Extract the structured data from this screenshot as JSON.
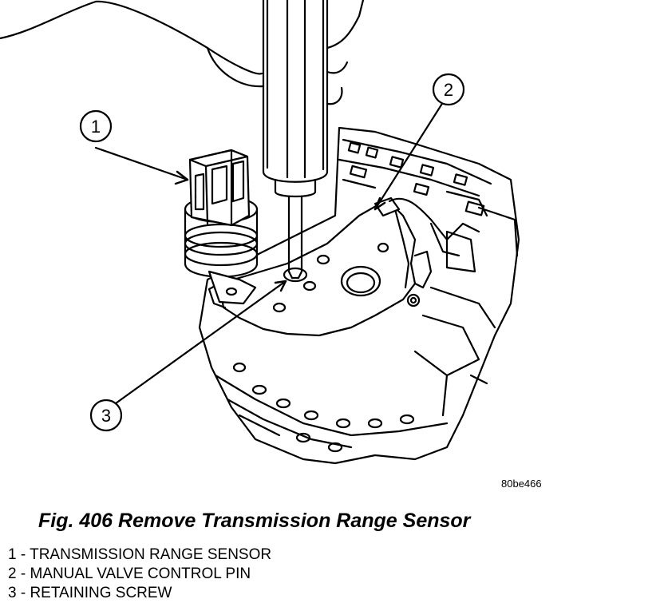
{
  "figure": {
    "title": "Fig. 406 Remove Transmission Range Sensor",
    "reference_code": "80be466"
  },
  "callouts": [
    {
      "number": "1",
      "label": "TRANSMISSION RANGE SENSOR"
    },
    {
      "number": "2",
      "label": "MANUAL VALVE CONTROL PIN"
    },
    {
      "number": "3",
      "label": "RETAINING SCREW"
    }
  ],
  "legend_items": [
    "1 - TRANSMISSION RANGE SENSOR",
    "2 - MANUAL VALVE CONTROL PIN",
    "3 - RETAINING SCREW"
  ]
}
